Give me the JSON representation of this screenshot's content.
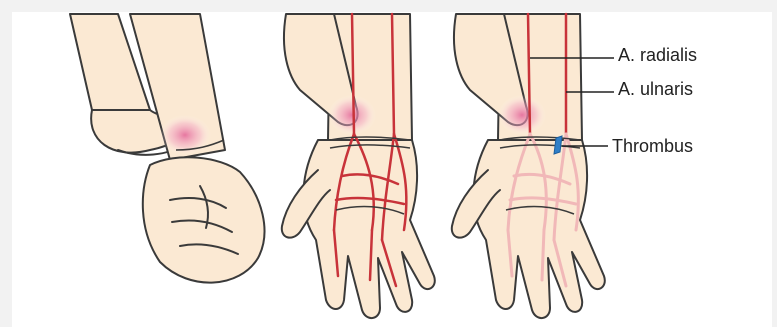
{
  "labels": {
    "radialis": "A. radialis",
    "ulnaris": "A. ulnaris",
    "thrombus": "Thrombus"
  },
  "colors": {
    "skin": "#fbe9d3",
    "outline": "#3a3a3a",
    "artery": "#c8333a",
    "artery_pale": "#f1b8b8",
    "pressure": "#e46a9a",
    "thrombus": "#2f7fc8"
  }
}
